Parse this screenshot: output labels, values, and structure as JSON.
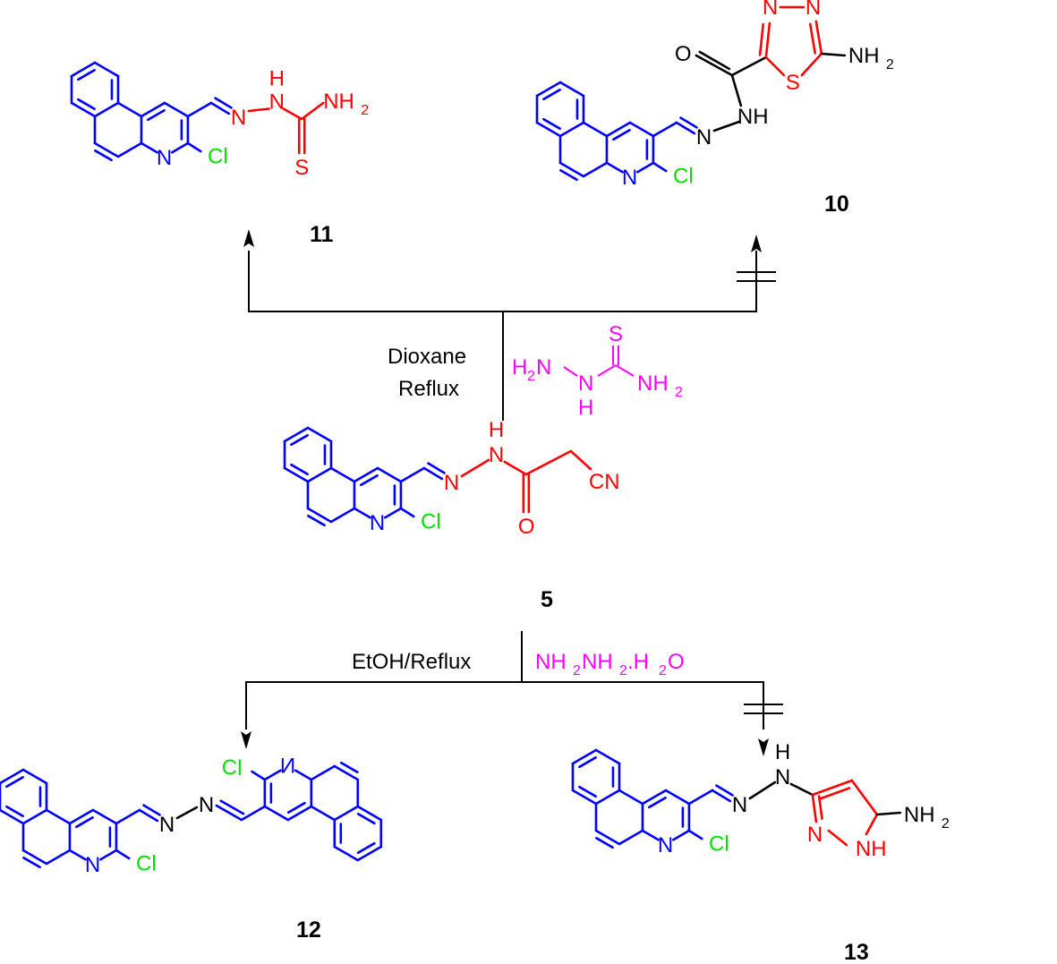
{
  "colors": {
    "ring": "#0000ff",
    "chlorine": "#00e000",
    "hetero": "#ff0000",
    "reagent": "#ff00ff",
    "arrow": "#000000"
  },
  "atoms": {
    "N": "N",
    "Cl": "Cl",
    "O": "O",
    "S": "S",
    "H": "H",
    "NH": "NH",
    "NH2": "NH",
    "sub2": "2",
    "CN": "CN"
  },
  "compounds": {
    "c11": "11",
    "c10": "10",
    "c5": "5",
    "c12": "12",
    "c13": "13"
  },
  "conditions": {
    "top_line1": "Dioxane",
    "top_line2": "Reflux",
    "bottom": "EtOH/Reflux"
  },
  "reagents": {
    "thiosemicarbazide": {
      "H2N": "H",
      "H2N_sub": "2",
      "H2N_N": "N",
      "S": "S",
      "NH": "N",
      "H": "H",
      "NH2": "NH",
      "NH2_sub": "2"
    },
    "hydrazine": {
      "p1": "NH",
      "s1": "2",
      "p2": "NH",
      "s2": "2",
      "p3": ".H",
      "s3": "2",
      "p4": "O"
    }
  }
}
